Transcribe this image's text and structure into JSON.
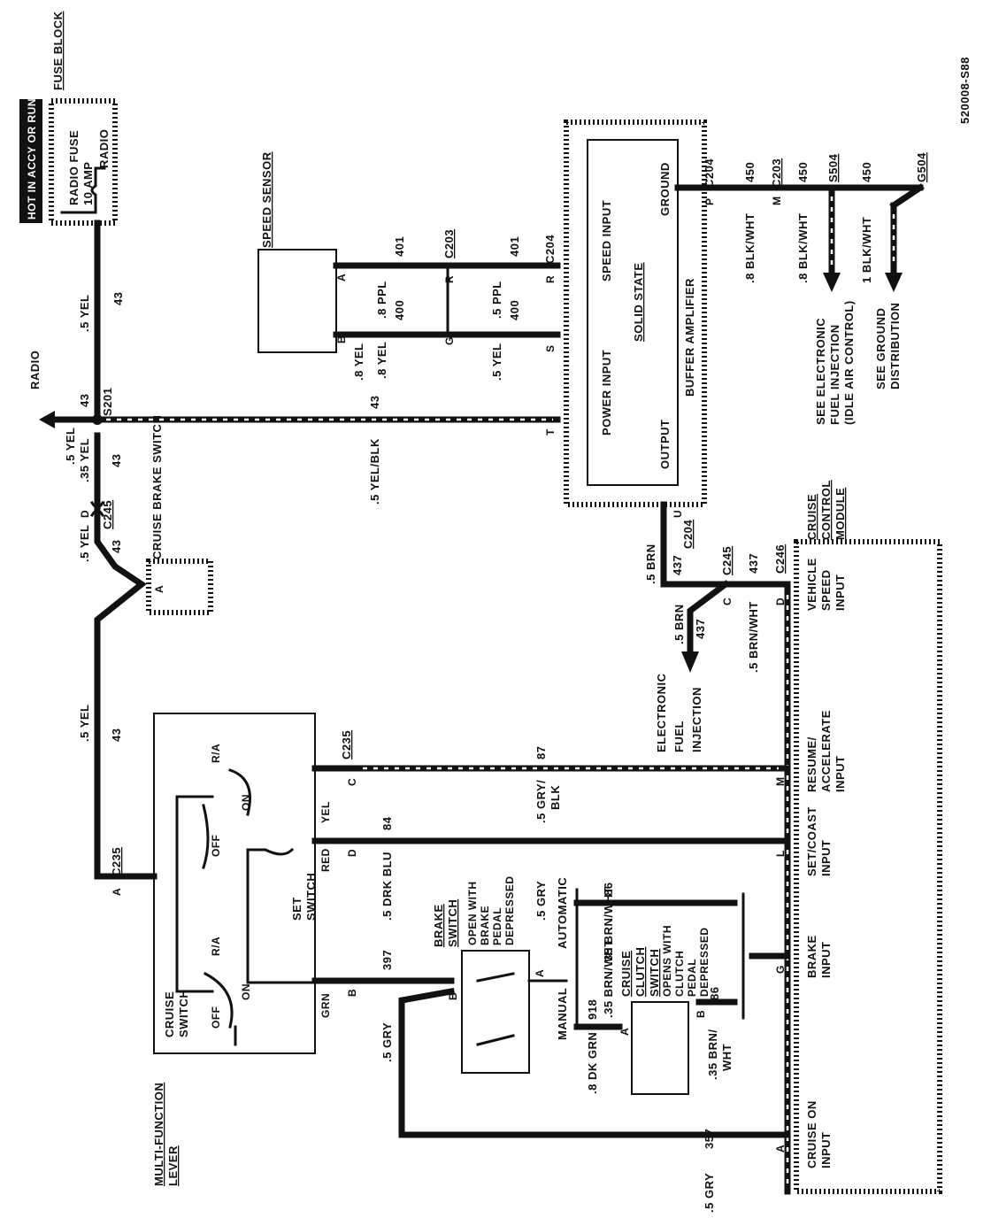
{
  "header": {
    "doc_id": "520008-S88",
    "hot_note": "HOT IN ACCY OR RUN"
  },
  "components": {
    "fuse_block": "FUSE BLOCK",
    "radio_fuse": "RADIO FUSE",
    "fuse_rating": "10 AMP",
    "radio_tag": "RADIO",
    "speed_sensor": "SPEED SENSOR",
    "buffer_amp": "BUFFER AMPLIFIER",
    "solid_state": "SOLID STATE",
    "power_input": "POWER INPUT",
    "speed_input": "SPEED INPUT",
    "ground": "GROUND",
    "output": "OUTPUT",
    "cruise_brake_switch": "CRUISE BRAKE SWITCH",
    "multifunction_lever": "MULTI-FUNCTION LEVER",
    "cruise_switch": "CRUISE SWITCH",
    "set_switch": "SET SWITCH",
    "brake_switch": "BRAKE SWITCH",
    "brake_switch_note": "OPEN WITH BRAKE PEDAL DEPRESSED",
    "clutch_switch": "CRUISE CLUTCH SWITCH",
    "clutch_switch_note": "OPENS WITH CLUTCH PEDAL DEPRESSED",
    "cruise_control_module": "CRUISE CONTROL MODULE",
    "vehicle_speed_input": "VEHICLE SPEED INPUT",
    "resume_input": "RESUME/ ACCELERATE INPUT",
    "set_coast_input": "SET/COAST INPUT",
    "brake_input": "BRAKE INPUT",
    "cruise_on_input": "CRUISE ON INPUT",
    "efi": "ELECTRONIC FUEL INJECTION",
    "see_efi": "SEE ELECTRONIC FUEL INJECTION (IDLE AIR CONTROL)",
    "see_ground": "SEE GROUND DISTRIBUTION",
    "radio_arrow": "RADIO"
  },
  "switch_positions": {
    "r_a": "R/A",
    "on": "ON",
    "off": "OFF",
    "manual": "MANUAL",
    "automatic": "AUTOMATIC"
  },
  "connectors": {
    "c235": "C235",
    "c245": "C245",
    "c246": "C246",
    "c203": "C203",
    "c204": "C204",
    "s201": "S201",
    "s504": "S504",
    "g504": "G504"
  },
  "wires": {
    "yel_5": ".5 YEL",
    "yel_35": ".35 YEL",
    "yel_8": ".8 YEL",
    "yel_blk": ".5 YEL/BLK",
    "ppl_8": ".8 PPL",
    "ppl_5": ".5 PPL",
    "blkwht_8": ".8 BLK/WHT",
    "blkwht_1": "1 BLK/WHT",
    "brn_5": ".5 BRN",
    "brnwht_5": ".5 BRN/WHT",
    "brnwht_35": ".35 BRN/WHT",
    "brnwht_35b": ".35 BRN/ WHT",
    "gryblk": ".5 GRY/ BLK",
    "drkblu": ".5 DRK BLU",
    "gry_5": ".5 GRY",
    "dkgrn": ".8 DK GRN",
    "c43": "43",
    "c401": "401",
    "c400": "400",
    "c450": "450",
    "c437": "437",
    "c87": "87",
    "c84": "84",
    "c397": "397",
    "c357": "357",
    "c918": "918",
    "c86": "86",
    "yel": "YEL",
    "red": "RED",
    "grn": "GRN"
  },
  "pins": {
    "a": "A",
    "b": "B",
    "c": "C",
    "d": "D",
    "g": "G",
    "l": "L",
    "m": "M",
    "p": "P",
    "r": "R",
    "s": "S",
    "t": "T",
    "u": "U"
  }
}
